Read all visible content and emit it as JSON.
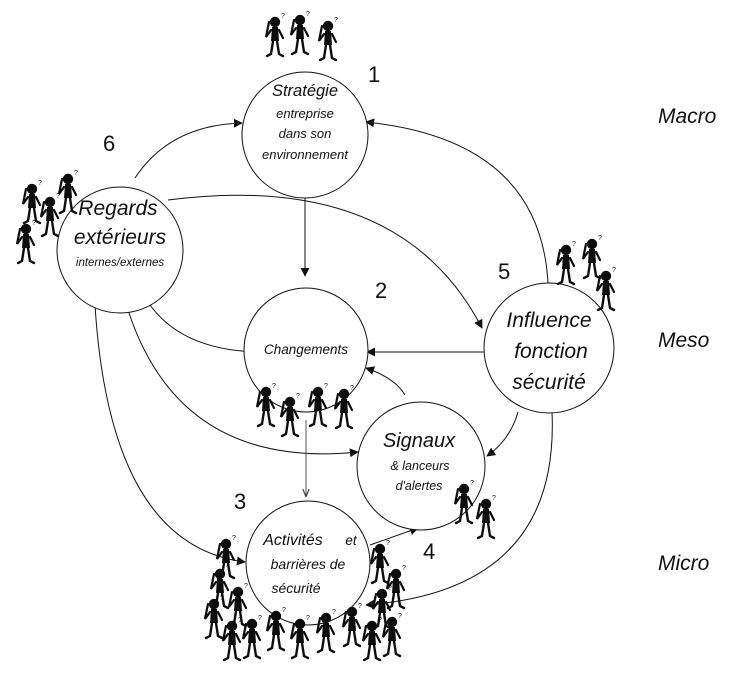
{
  "levels": {
    "macro": "Macro",
    "meso": "Meso",
    "micro": "Micro"
  },
  "nodes": {
    "strategie": {
      "number": "1",
      "title": "Stratégie",
      "line2": "entreprise",
      "line3": "dans son",
      "line4": "environnement"
    },
    "changements": {
      "number": "2",
      "title": "Changements"
    },
    "activites": {
      "number": "3",
      "line1a": "Activités",
      "line1b": "et",
      "line2": "barrières de",
      "line3": "sécurité"
    },
    "signaux": {
      "number": "4",
      "title": "Signaux",
      "line2": "& lanceurs",
      "line3": "d'alertes"
    },
    "influence": {
      "number": "5",
      "line1": "Influence",
      "line2": "fonction",
      "line3": "sécurité"
    },
    "regards": {
      "number": "6",
      "line1": "Regards",
      "line2": "extérieurs",
      "line3": "internes/externes"
    }
  },
  "colors": {
    "ink": "#111111",
    "circle_fill": "#ffffff",
    "figure": "#0d0d0d"
  }
}
